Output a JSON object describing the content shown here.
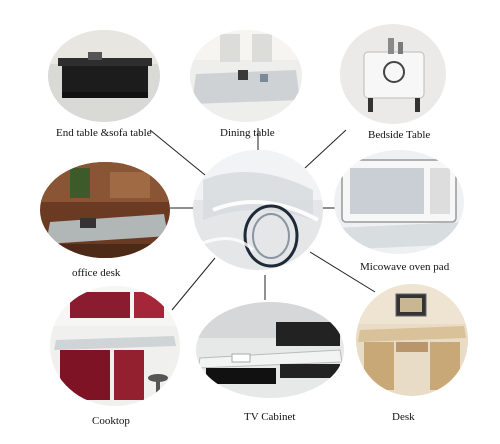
{
  "labels": {
    "end_table": "End table &sofa table",
    "dining_table": "Dining table",
    "bedside_table": "Bedside Table",
    "office_desk": "office desk",
    "microwave_pad": "Micowave  oven pad",
    "cooktop": "Cooktop",
    "tv_cabinet": "TV  Cabinet",
    "desk": "Desk"
  },
  "images": {
    "center": "clear-vinyl-roll-image",
    "end_table": "end-table-photo",
    "dining_table": "dining-table-photo",
    "bedside_table": "bedside-table-photo",
    "office_desk": "office-desk-photo",
    "microwave_pad": "microwave-photo",
    "cooktop": "cooktop-photo",
    "tv_cabinet": "tv-cabinet-photo",
    "desk": "desk-photo"
  }
}
